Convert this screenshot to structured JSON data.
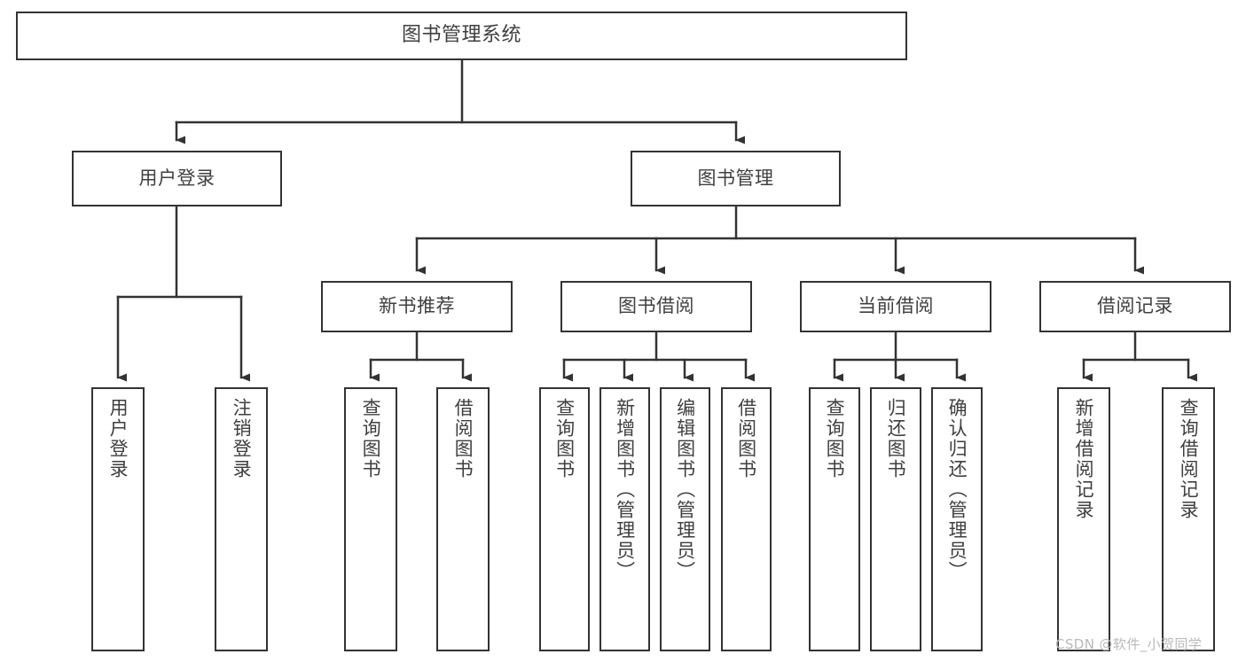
{
  "diagram": {
    "type": "hierarchy-tree",
    "title": "图书管理系统",
    "watermark": "CSDN @软件_小贺同学",
    "colors": {
      "stroke": "#333333",
      "text": "#3f3f3f",
      "background": "#ffffff",
      "watermark": "#b9b9b9"
    },
    "levels": {
      "root": "图书管理系统",
      "level2": [
        "用户登录",
        "图书管理"
      ],
      "level3": [
        "新书推荐",
        "图书借阅",
        "当前借阅",
        "借阅记录"
      ],
      "level4_groups": [
        [
          "用户登录",
          "注销登录"
        ],
        [
          "查询图书",
          "借阅图书"
        ],
        [
          "查询图书",
          "新增图书（管理员）",
          "编辑图书（管理员）",
          "借阅图书"
        ],
        [
          "查询图书",
          "归还图书",
          "确认归还（管理员）"
        ],
        [
          "新增借阅记录",
          "查询借阅记录"
        ]
      ]
    },
    "nodes": {
      "root": {
        "label": "图书管理系统"
      },
      "user_login": {
        "label": "用户登录"
      },
      "book_manage": {
        "label": "图书管理"
      },
      "new_book_rec": {
        "label": "新书推荐"
      },
      "book_borrow": {
        "label": "图书借阅"
      },
      "current_borrow": {
        "label": "当前借阅"
      },
      "borrow_record": {
        "label": "借阅记录"
      },
      "leaf_user_login": {
        "label": "用户登录"
      },
      "leaf_logout": {
        "label": "注销登录"
      },
      "leaf_query_book_a": {
        "label": "查询图书"
      },
      "leaf_borrow_book_a": {
        "label": "借阅图书"
      },
      "leaf_query_book_b": {
        "label": "查询图书"
      },
      "leaf_add_book": {
        "label": "新增图书（管理员）"
      },
      "leaf_edit_book": {
        "label": "编辑图书（管理员）"
      },
      "leaf_borrow_book_b": {
        "label": "借阅图书"
      },
      "leaf_query_book_c": {
        "label": "查询图书"
      },
      "leaf_return_book": {
        "label": "归还图书"
      },
      "leaf_confirm_return": {
        "label": "确认归还（管理员）"
      },
      "leaf_add_record": {
        "label": "新增借阅记录"
      },
      "leaf_query_record": {
        "label": "查询借阅记录"
      }
    }
  }
}
